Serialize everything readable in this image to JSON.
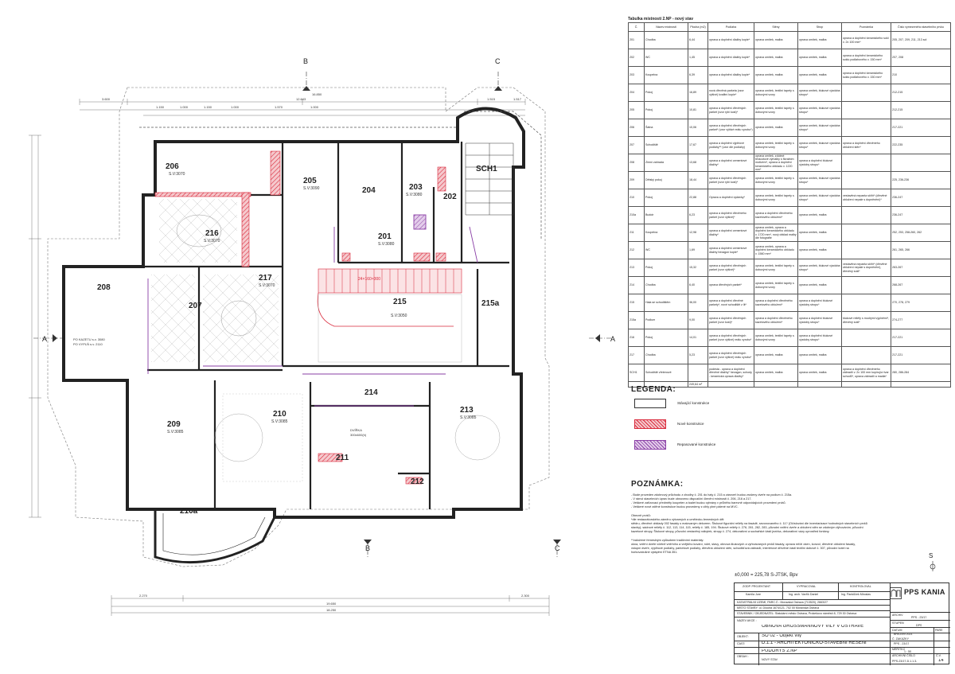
{
  "plan": {
    "rooms": [
      {
        "id": "r206",
        "num": "206",
        "sv": "S.V:3070"
      },
      {
        "id": "r205",
        "num": "205",
        "sv": "S.V:3090"
      },
      {
        "id": "r204",
        "num": "204",
        "sv": ""
      },
      {
        "id": "r203",
        "num": "203",
        "sv": "S.V:3080"
      },
      {
        "id": "r202",
        "num": "202",
        "sv": ""
      },
      {
        "id": "r201",
        "num": "201",
        "sv": "S.V:3080"
      },
      {
        "id": "rsch1",
        "num": "SCH1",
        "sv": ""
      },
      {
        "id": "r216",
        "num": "216",
        "sv": "S.V:3070"
      },
      {
        "id": "r217",
        "num": "217",
        "sv": "S.V:3070"
      },
      {
        "id": "r208",
        "num": "208",
        "sv": ""
      },
      {
        "id": "r207",
        "num": "207",
        "sv": ""
      },
      {
        "id": "r215",
        "num": "215",
        "sv": "S.V:3050"
      },
      {
        "id": "r215a",
        "num": "215a",
        "sv": ""
      },
      {
        "id": "r214",
        "num": "214",
        "sv": ""
      },
      {
        "id": "r209",
        "num": "209",
        "sv": "S.V:3085"
      },
      {
        "id": "r210",
        "num": "210",
        "sv": "S.V:3085"
      },
      {
        "id": "r211",
        "num": "211",
        "sv": ""
      },
      {
        "id": "r212",
        "num": "212",
        "sv": ""
      },
      {
        "id": "r213",
        "num": "213",
        "sv": "S.V:3085"
      },
      {
        "id": "r210a",
        "num": "210a",
        "sv": ""
      }
    ],
    "axes": {
      "a_left": "A",
      "a_right": "A",
      "b_top": "B",
      "c_top": "C",
      "b_bottom": "B",
      "c_bottom": "C"
    },
    "stair_label": "24×160×300",
    "kazeta_1": "PO KAZETU s.v. 3080",
    "kazeta_2": "PO VYPLŇ s.v. 2110",
    "dvirka_1": "DVÍŘKA",
    "dvirka_2": "300x600(h)",
    "dims_top": [
      "3.600",
      "12.643",
      "16.850",
      "1.515",
      "1.517",
      "1.150",
      "1.000",
      "1.150",
      "1.000",
      "1.570",
      "1.000"
    ],
    "dims_bottom": [
      "2.270",
      "19.650",
      "18.250",
      "2.300"
    ]
  },
  "schedule": {
    "title": "Tabulka místností 2.NP - nový stav",
    "headers": [
      "Č.",
      "Název místnosti",
      "Plocha (m2)",
      "Podlaha",
      "Stěny",
      "Strop",
      "Poznámka",
      "Číslo vymezeného stavebního prvku"
    ],
    "rows": [
      [
        "201",
        "Chodba",
        "6,44",
        "oprava a doplnění dlažby kopie*",
        "oprava omítek, malba",
        "oprava omítek, malba",
        "oprava a doplnění keramického sokl v. 2x 100 mm*",
        "205, 207, 209, 211, 213 sol"
      ],
      [
        "202",
        "WC",
        "1,45",
        "oprava a doplnění dlažby kopie*",
        "oprava omítek, malba",
        "oprava omítek, malba",
        "oprava a doplnění keramického soklu podlahového v. 150 mm*",
        "207, 208"
      ],
      [
        "203",
        "Koupelna",
        "6,39",
        "oprava a doplnění dlažby kopie*",
        "oprava omítek, malba",
        "oprava omítek, malba",
        "oprava a doplnění keramického soklu podlahového v. 150 mm*",
        "210"
      ],
      [
        "204",
        "Pokoj",
        "16,89",
        "nová dřevěná parketa (vzor výšivé) kvalitní kopie*",
        "oprava omítek, textilní tapety s dobovými vzory",
        "oprava omítek, štukové výzdoba stropu*",
        "",
        "212-215"
      ],
      [
        "205",
        "Pokoj",
        "10,81",
        "oprava a doplnění dřevěných parket (vzor rybí kost)*",
        "oprava omítek, textilní tapety s dobovými vzory",
        "oprava omítek, štukové výzdoba stropu*",
        "",
        "212-215"
      ],
      [
        "206",
        "Šatna",
        "10,06",
        "oprava a doplnění dřevěných parket* (vzor výšivé reálu vyrobu*)",
        "oprava omítek, malba",
        "oprava omítek, štukové výzdoba stropu*",
        "",
        "217-221"
      ],
      [
        "207",
        "Schodiště",
        "17,67",
        "oprava a doplnění výplňové podlahy** (vzor dle podlahy)",
        "oprava omítek, textilní tapety s dobovými vzory",
        "oprava omítek, štukové výzdoba stropu*",
        "oprava a doplnění dřevěného obložení stěn*",
        "222-235"
      ],
      [
        "208",
        "Zimní zahrada",
        "13,68",
        "oprava a doplnění cementové dlažby*",
        "oprava omítek, zdobné teracotové výmalby s floralním motivem*, oprava a doplnění keramického obkladu v. 1220 mm*",
        "oprava a doplnění štukové výzdoby stropu*",
        "",
        ""
      ],
      [
        "209",
        "Dětský pokoj",
        "18,44",
        "oprava a doplnění dřevěných parket (vzor rybí kost)*",
        "oprava omítek, textilní tapety s dobovými vzory",
        "oprava omítek, štukové výzdoba stropu*",
        "",
        "225, 236-236"
      ],
      [
        "210",
        "Pokoj",
        "22,88",
        "Oprava a doplnění vydávky*",
        "oprava omítek, textilní tapety s dobovými vzory",
        "oprava omítek, štukové výzdoba stropu*",
        "vestavěná nepaela skříň* (dřevěné obložení nepale s dopněnění)*",
        "236-247"
      ],
      [
        "210a",
        "Budoir",
        "6,23",
        "oprava a doplnění dřevěného parket (vzor výšivé)*",
        "oprava a doplnění dřevěného kazetového obložení*",
        "oprava omítek, malba",
        "",
        "236-247"
      ],
      [
        "211",
        "Koupelna",
        "12,98",
        "oprava a doplnění cementové dlažby*",
        "oprava omítek, oprava a doplnění keramického obkladu v. 1720 mm*, nový obklad malby dle fotografie",
        "oprava omítek, malba",
        "",
        "252, 253, 258-260, 262"
      ],
      [
        "212",
        "WC",
        "1,69",
        "oprava a doplnění cementové dlažby hexagon kopie*",
        "oprava omítek, oprava a doplnění keramického obkladu v. 1560 mm*",
        "oprava omítek, malba",
        "",
        "261, 265, 266"
      ],
      [
        "213",
        "Pokoj",
        "15,32",
        "oprava a doplnění dřevěných parket (vzor výšivé)*",
        "oprava omítek, textilní tapety s dobovými vzory",
        "oprava omítek, štukové výzdoba stropu*",
        "vestavěná nepaela skříň* (dřevěné obložení nepale s dopněnění), dřevěný sokl*",
        "263-267"
      ],
      [
        "214",
        "Chodba",
        "6,40",
        "oprava dřevěných parket*",
        "oprava omítek, textilní tapety s dobovými vzory",
        "oprava omítek, malba",
        "",
        "268-267"
      ],
      [
        "215",
        "Hala se schodištěm",
        "36,00",
        "oprava a doplnění dřevěné parkety*, nové schodiště z lit*",
        "oprava a doplnění dřevěného kazetového obložení*",
        "oprava a doplnění štukové výzdoby stropu*",
        "",
        "270, 278, 279"
      ],
      [
        "215a",
        "Podium",
        "9,00",
        "oprava a doplnění dřevěných parket (vzor kost)*",
        "oprava a doplnění dřevěného kazetového obložení*",
        "oprava a doplnění štukové výzdoby stropu*",
        "štukové reliéfy s modrými výplněmi*, dřevěný sokl*",
        "274-277"
      ],
      [
        "216",
        "Pokoj",
        "14,01",
        "oprava a doplnění dřevěných parket (vzor výšivé) reálu vyrobu*",
        "oprava omítek, textilní tapety s dobovými vzory",
        "oprava a doplnění štukové výzdoby stropu*",
        "",
        "217-221"
      ],
      [
        "217",
        "Chodba",
        "5,23",
        "oprava a doplnění dřevěných parket (vzor výšivé) reálu vyrobu*",
        "oprava omítek, malba",
        "oprava omítek, malba",
        "",
        "217-221"
      ],
      [
        "SCH1",
        "Schodiště vřetenové",
        "",
        "podesta - oprava a doplnění dřevěné dlažby* hexagon, schody - keramická oprava dlažby*",
        "oprava omítek, malba",
        "oprava omítek, malba",
        "oprava a doplnění dřevěného zábradlí v. 2x 100 mm kopírující tvar schodů*, oprava zábradlí a madla*",
        "280, 286-284"
      ]
    ],
    "sum": "249,64 m²"
  },
  "legend": {
    "title": "LEGENDA:",
    "items": [
      "Stávající konstrukce",
      "Nové konstrukce",
      "Repasované konstrukce"
    ],
    "colors": [
      "#222222",
      "#d9293b",
      "#8a3fa6"
    ]
  },
  "notes": {
    "title": "POZNÁMKA:",
    "l1": "- Bude proveden zdobnový průchodu z chodby č. 201 do haly č. 215 a zároveň budou zrušeny dveře na podium č. 215a.",
    "l2": "- V rámci stavebních úprav bude obnoveno dispoziční členění místností č. 206, 216 a 217.",
    "l3": "- Veškeré zařizovací předměty koupelen a toalet budou vybrány v průběhu barevně odpovídajících provedení prvků.",
    "l4": "- Veškeré nové zděné konstrukce budou provedeny z cihly plné pálené na MVC.",
    "h2": "Obecně prvků:",
    "l5": "*dle restaurátorského záměru výtvarných a umělecko-řemeslných děl:",
    "l6": "stědru, dřevěné obklady 002 fasády s malovaným dekorem. Štukové figurální reliéfy na fasádě, sezonovaného č. 11? (Očíslování dle inventarizace hodnotných stavebních prvků",
    "l7": "stavby); sádrové reliéfy č. 112, 113, 114, 115, reliéfy č. 185, 194. Štukové reliéfy č. 276, 281, 282, 283, původní vnitřní dveře a obložení stěn se zdobným dýhováním, původní",
    "l8": "kazetové stropy, Štukové stropy, původní vestavěný nábytek, stropy č. 274, dekorativní a sochařské části jezírka, dekorativní vázy uprostřed fontány.",
    "h3": "**založené řemeslným způsobem tradičními materiály:",
    "l9": "okna, vnitřní dveře včetně vnitřního a vnějšího kování, rolet, stavy, obnova štukových a vyřezávaných prvků fasády, oprava mříží oken, konzol, dřevěné obložení fasády,",
    "l10": "vstupní dveře, výplňové podlahy, parketové podlahy, dřevěná obložení stěn, schodišťová zábradlí, interiérové dřevěné části textilní dobově č. 307, původní kotel na",
    "l11": "horkovzdušné vytápění ETNA 351."
  },
  "datum": "±0,000 = 225,78 S-JTSK, Bpv",
  "titleblock": {
    "zodp_label": "ZODP. PROJEKTANT",
    "zodp_name": "Kamila Jure",
    "vypr_label": "VYPRACOVAL",
    "vypr_name": "Ing. arch. Vavřík Daniel",
    "kontr_label": "KONTROLOVAL",
    "kontr_name": "Ing. Pankůček Miroslav",
    "katastr": "KATASTRÁLNÍ ÚZEMÍ, PARC.Č.: Moravská Ostrava (713520), 2663/27",
    "misto": "MÍSTO STAVBY: ul. Dlouhá 1674/121, 702 00 Moravská Ostrava",
    "stavebnik": "STAVEBNÍK / OBJEDNATEL: Statutární město Ostrava, Prokešovo náměstí 8, 729 30 Ostrava",
    "nazev_label": "NÁZEV AKCE :",
    "nazev": "OBNOVA GROSSMANNOVY VILY V OSTRAVĚ",
    "objekt_label": "OBJEKT:",
    "objekt": "SO 02 - Objekt vily",
    "cast_label": "ČÁST:",
    "cast": "D.1.1 - ARCHITEKTONICKO-STAVEBNÍ ŘEŠENÍ",
    "obsah_label": "OBSAH :",
    "obsah1": "PŮDORYS 2.NP",
    "obsah2": "NOVÝ STAV",
    "company": "PPS KANIA",
    "archiv_label": "ARCHIV",
    "archiv": "PPS - 23/17",
    "stupen_label": "STUPEŇ",
    "stupen": "DPS",
    "datum_label": "DATUM",
    "datum": "BŘEZEN 2021",
    "zakazka_label": "Č. ZAKÁZKY",
    "zakazka": "PPS - 23/17",
    "meritko_label": "MĚŘÍTKO",
    "meritko": "1 : 50",
    "cislo_label": "ARCHIVNÍ ČÍSLO",
    "cislo": "PPS-23/17-D.1.1.3-",
    "cv_label": "Č.V.",
    "cv": "14",
    "pare_label": "PARE"
  },
  "north": "S"
}
